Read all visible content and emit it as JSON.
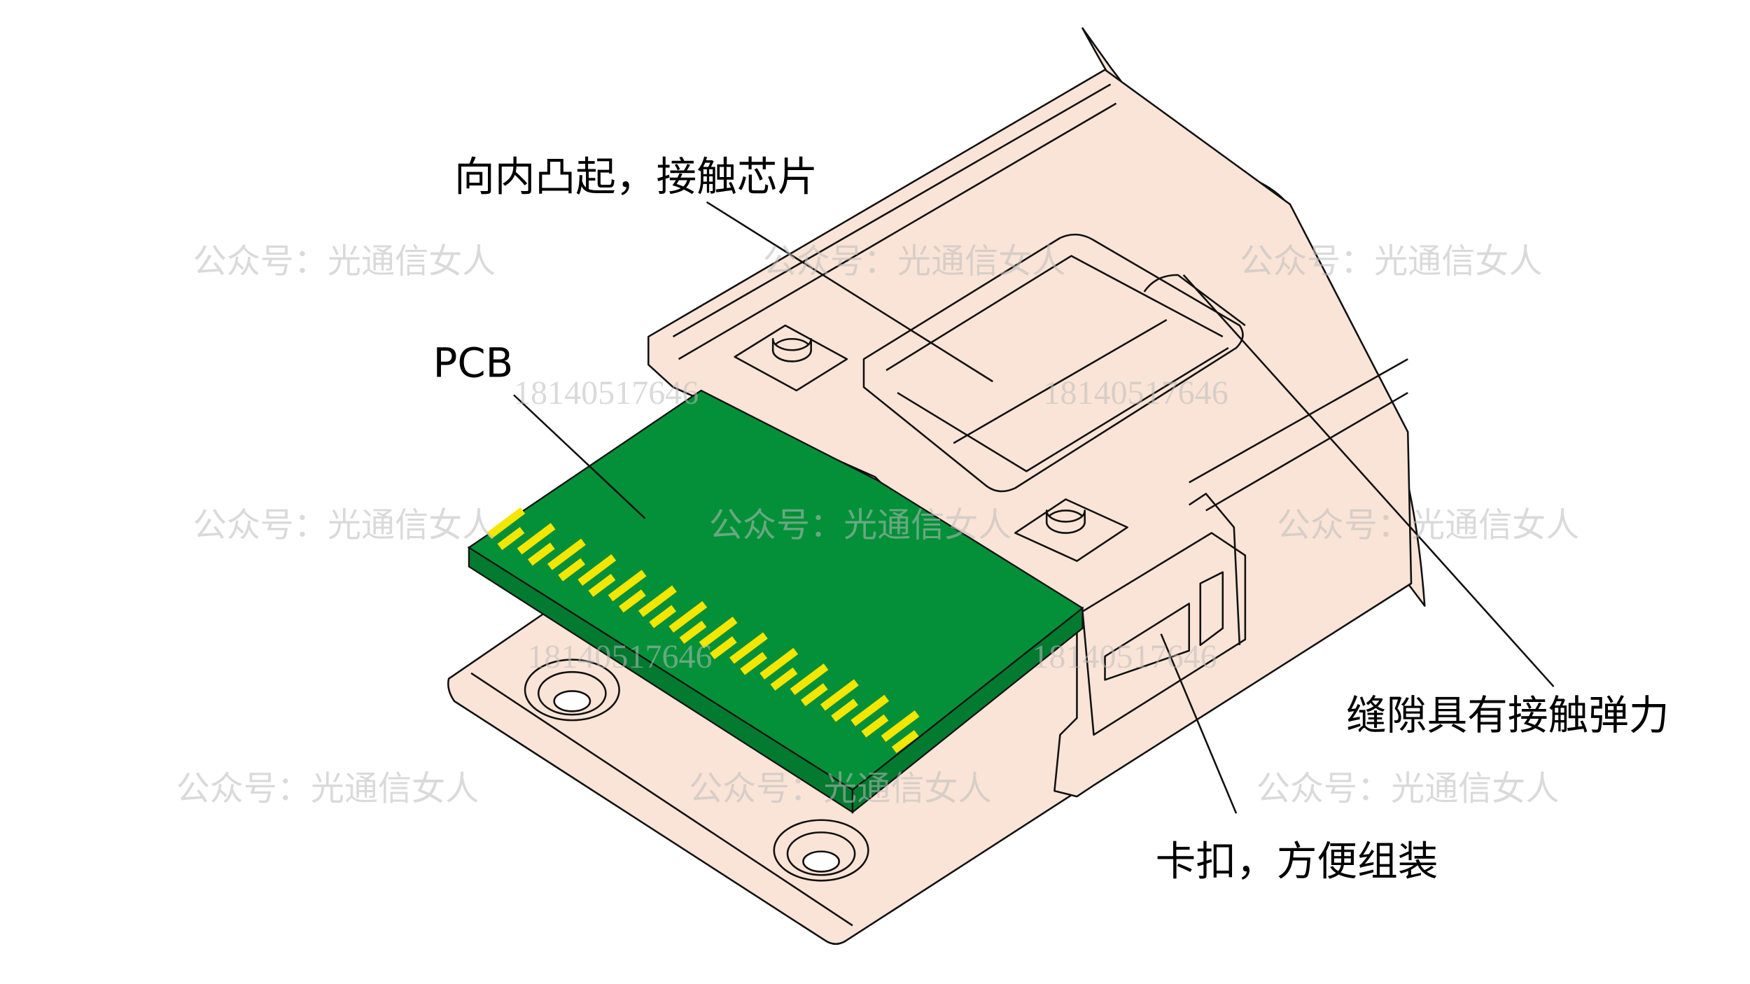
{
  "labels": {
    "top": "向内凸起，接触芯片",
    "pcb": "PCB",
    "gap": "缝隙具有接触弹力",
    "clip": "卡扣，方便组装"
  },
  "watermarks": {
    "account": "公众号：光通信女人",
    "phone": "18140517646"
  },
  "colors": {
    "housing": "#fae4d7",
    "pcb": "#039039",
    "gold_finger": "#f5e600"
  },
  "gold_finger_count": 28
}
